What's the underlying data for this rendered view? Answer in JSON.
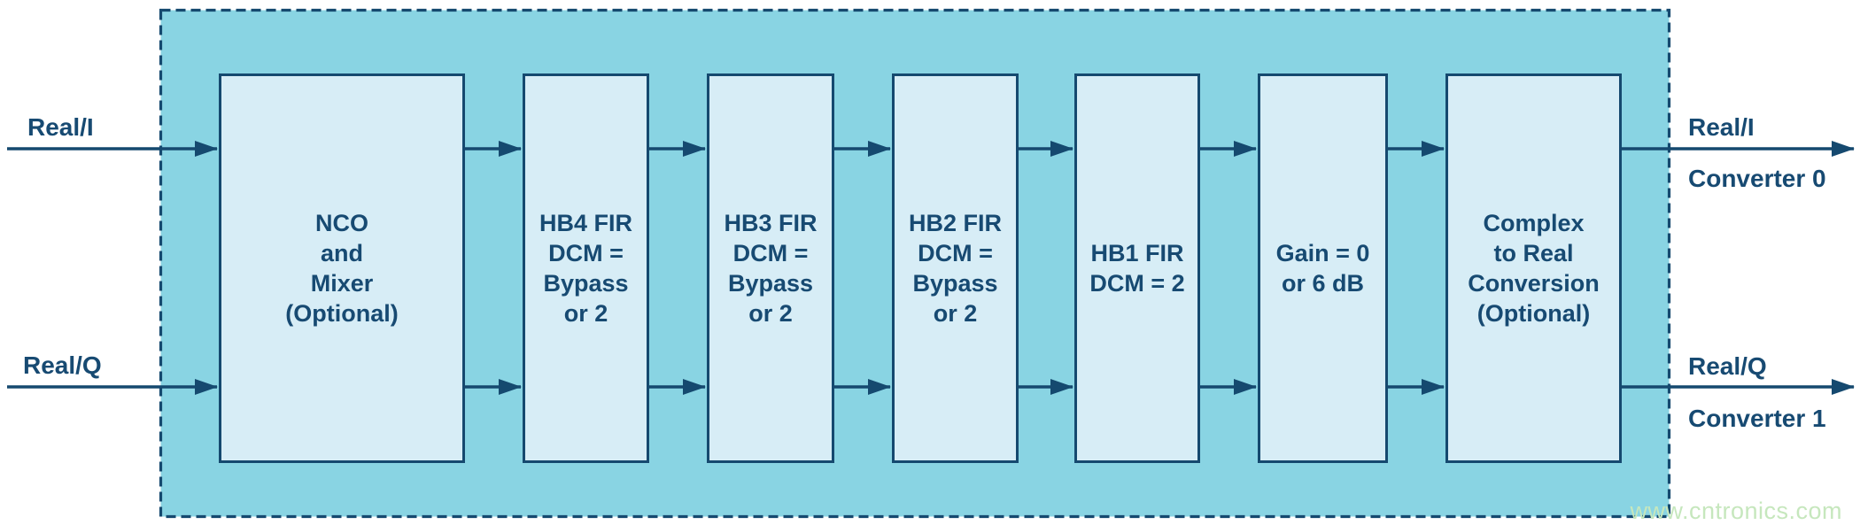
{
  "diagram": {
    "title_semantic": "dual-real-input-decimation-chain",
    "inputs": [
      {
        "label": "Real/I"
      },
      {
        "label": "Real/Q"
      }
    ],
    "blocks": [
      {
        "id": "nco-mixer",
        "lines": [
          "NCO",
          "and",
          "Mixer",
          "(Optional)"
        ]
      },
      {
        "id": "hb4-fir",
        "lines": [
          "HB4 FIR",
          "DCM =",
          "Bypass",
          "or 2"
        ]
      },
      {
        "id": "hb3-fir",
        "lines": [
          "HB3 FIR",
          "DCM =",
          "Bypass",
          "or 2"
        ]
      },
      {
        "id": "hb2-fir",
        "lines": [
          "HB2 FIR",
          "DCM =",
          "Bypass",
          "or 2"
        ]
      },
      {
        "id": "hb1-fir",
        "lines": [
          "HB1 FIR",
          "DCM = 2"
        ]
      },
      {
        "id": "gain",
        "lines": [
          "Gain = 0",
          "or 6 dB"
        ]
      },
      {
        "id": "complex-to-real",
        "lines": [
          "Complex",
          "to Real",
          "Conversion",
          "(Optional)"
        ]
      }
    ],
    "outputs": [
      {
        "label": "Real/I",
        "sublabel": "Converter 0"
      },
      {
        "label": "Real/Q",
        "sublabel": "Converter 1"
      }
    ]
  },
  "watermark": "www.cntronics.com",
  "palette": {
    "navy": "#15496F",
    "teal": "#89D4E3",
    "blockfill": "#D7EDF6",
    "labelnavy": "#174A72",
    "watermark_green": "#C6E7BD",
    "background": "#FFFFFF"
  }
}
